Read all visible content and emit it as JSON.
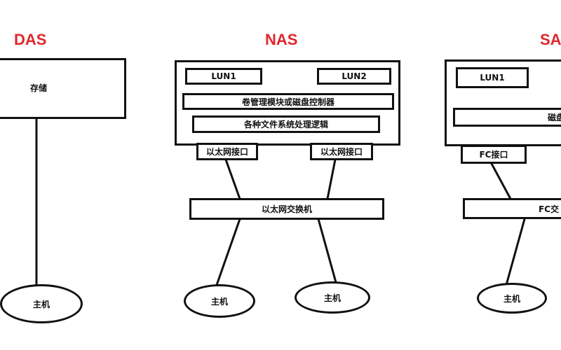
{
  "colors": {
    "title": "#e0262c",
    "line": "#111111",
    "background": "#ffffff"
  },
  "das": {
    "title": "DAS",
    "storage": "存储",
    "host": "主机"
  },
  "nas": {
    "title": "NAS",
    "lun1": "LUN1",
    "lun2": "LUN2",
    "volume_manager": "卷管理模块或磁盘控制器",
    "file_system_logic": "各种文件系统处理逻辑",
    "eth_port_1": "以太网接口",
    "eth_port_2": "以太网接口",
    "eth_switch": "以太网交换机",
    "host_1": "主机",
    "host_2": "主机"
  },
  "san": {
    "title": "SA",
    "lun1": "LUN1",
    "disk": "磁盘",
    "fc_port": "FC接口",
    "fc_switch": "FC交",
    "host": "主机"
  }
}
